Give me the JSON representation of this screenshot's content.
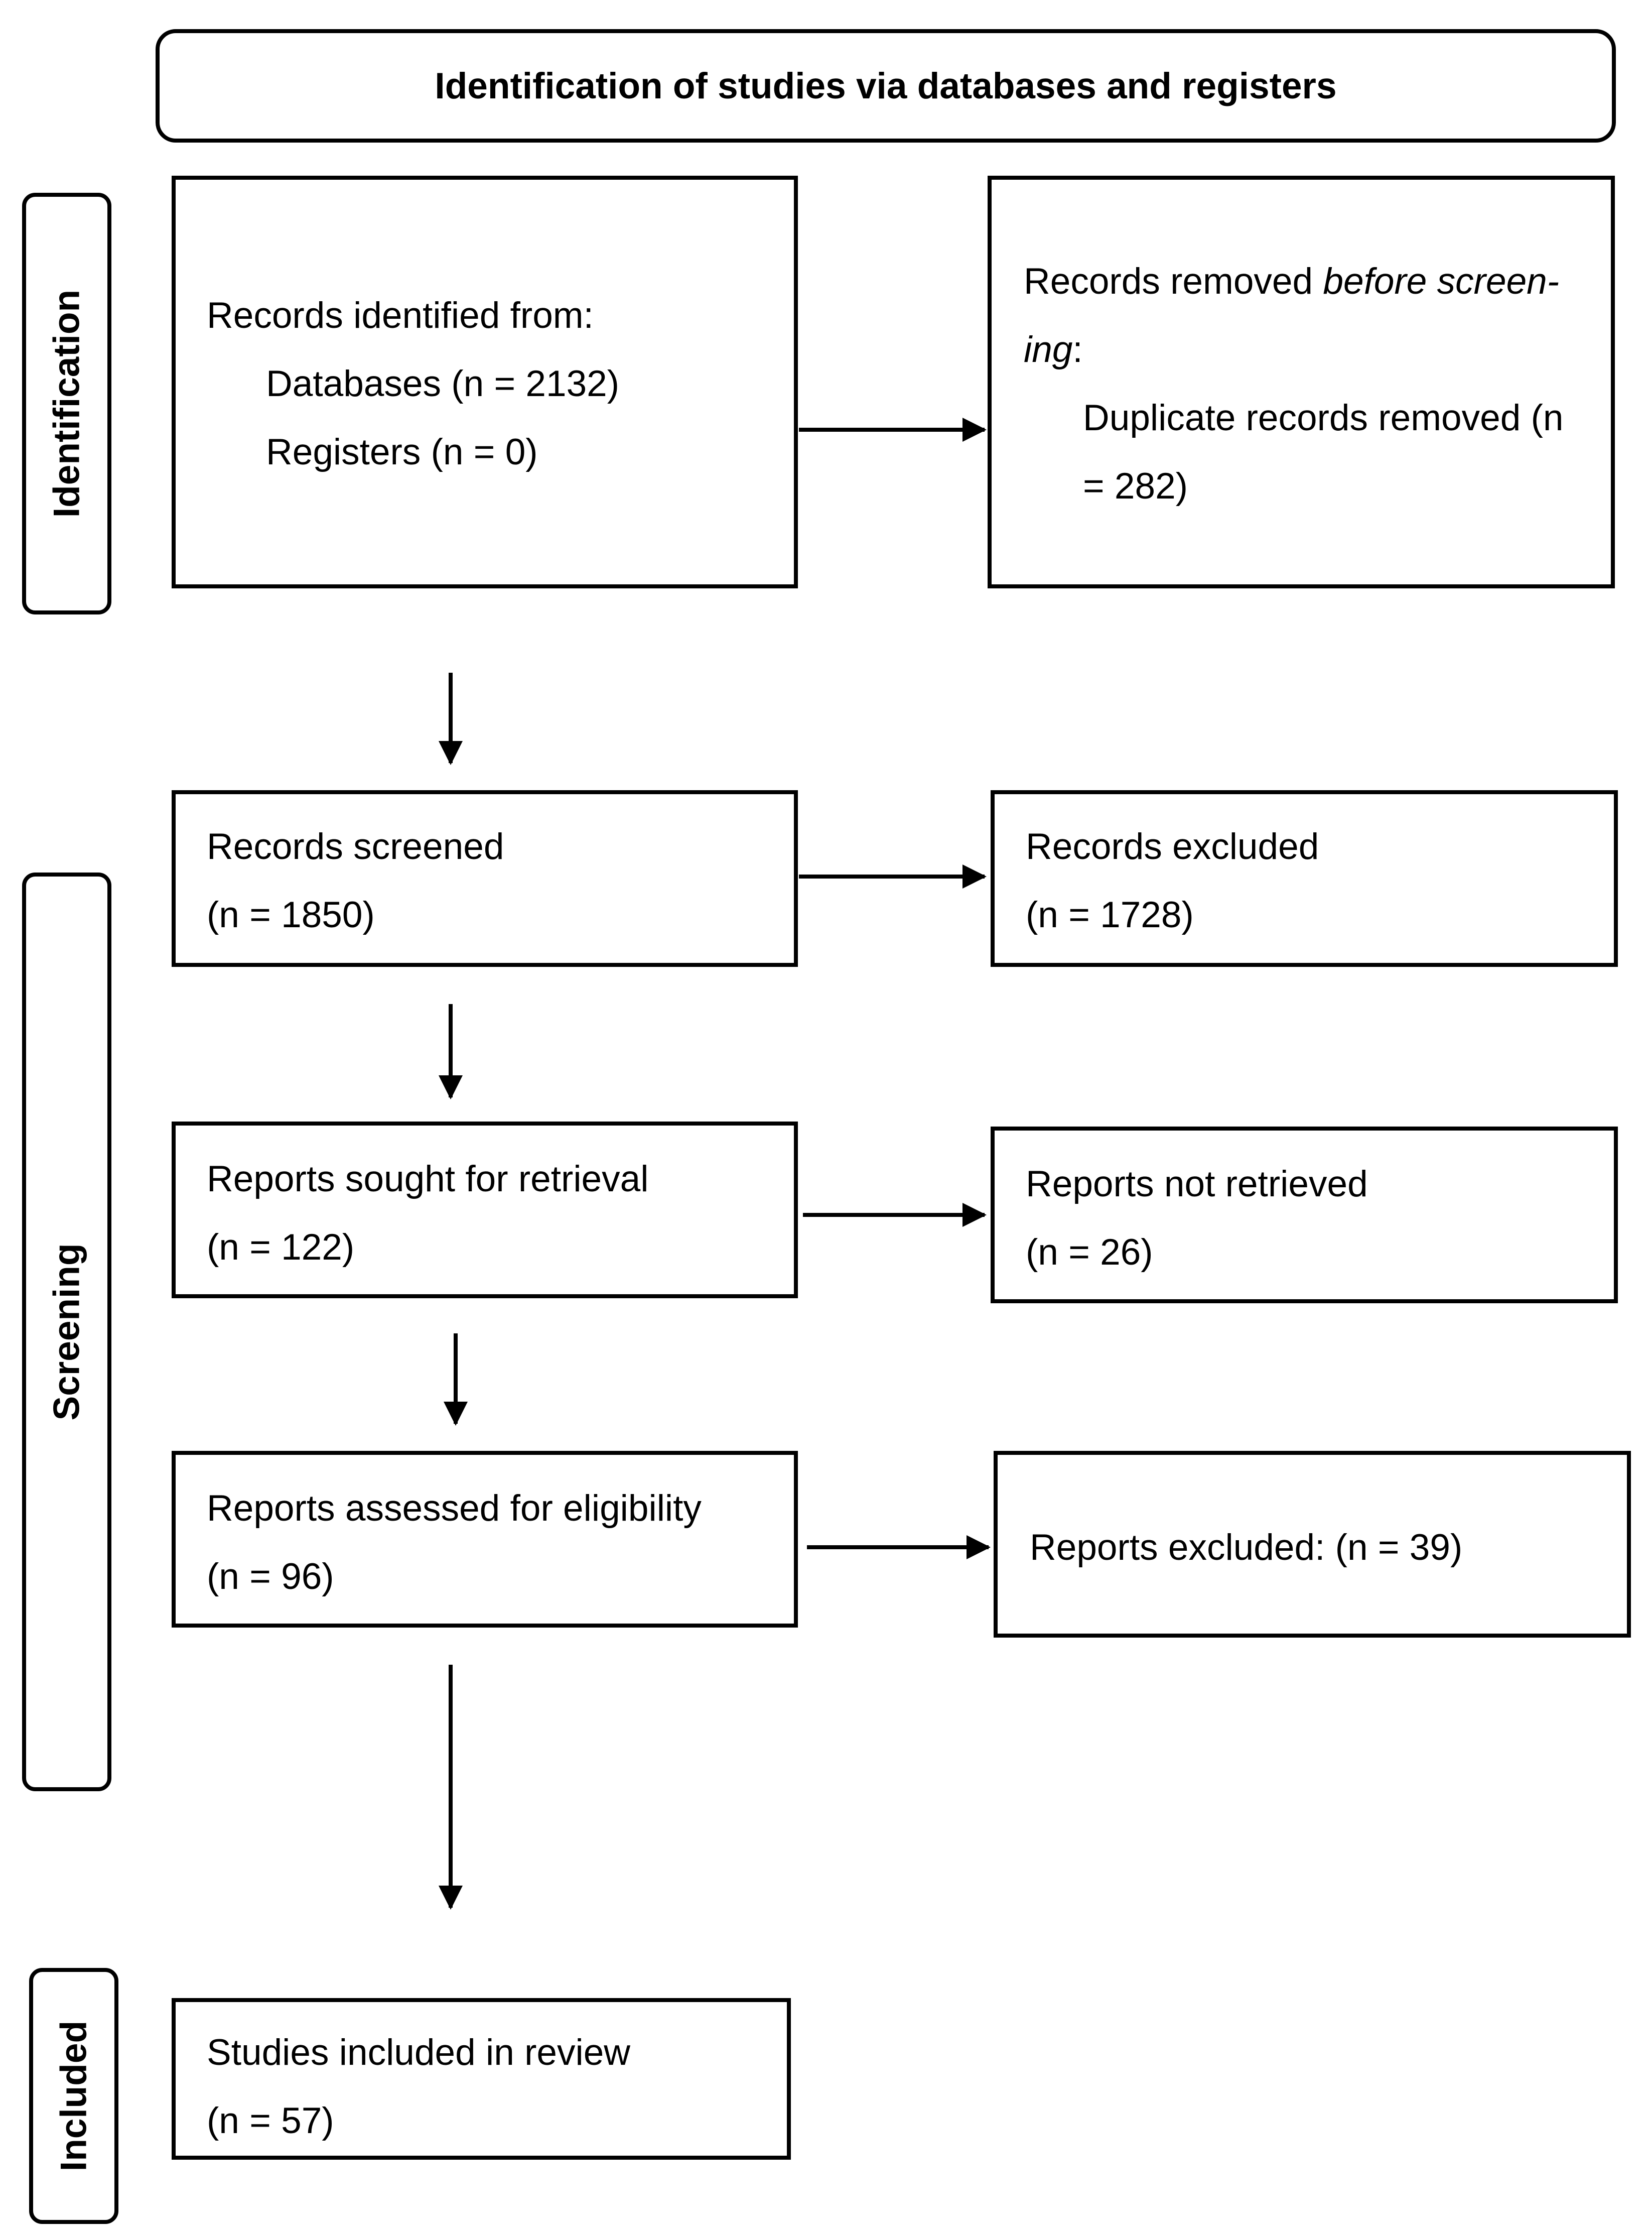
{
  "header": {
    "title": "Identification of studies via databases and registers"
  },
  "phases": {
    "identification": "Identification",
    "screening": "Screening",
    "included": "Included"
  },
  "identification_box": {
    "heading": "Records identified from:",
    "databases": "Databases (n = 2132)",
    "registers": "Registers (n = 0)"
  },
  "removed_box": {
    "line1_prefix": "Records removed ",
    "line1_italic": "before screen-",
    "line2_italic": "ing",
    "line2_suffix": ":",
    "line3": "Duplicate records removed (n",
    "line4": "= 282)"
  },
  "screened_box": {
    "label": "Records screened",
    "count": "(n = 1850)"
  },
  "excluded_box": {
    "label": "Records excluded",
    "count": "(n = 1728)"
  },
  "sought_box": {
    "label": "Reports sought for retrieval",
    "count": "(n = 122)"
  },
  "not_retrieved_box": {
    "label": "Reports not retrieved",
    "count": "(n = 26)"
  },
  "assessed_box": {
    "label": "Reports assessed for eligibility",
    "count": "(n = 96)"
  },
  "reports_excluded_box": {
    "label": "Reports excluded: (n = 39)"
  },
  "included_box": {
    "label": "Studies included in review",
    "count": "(n = 57)"
  }
}
